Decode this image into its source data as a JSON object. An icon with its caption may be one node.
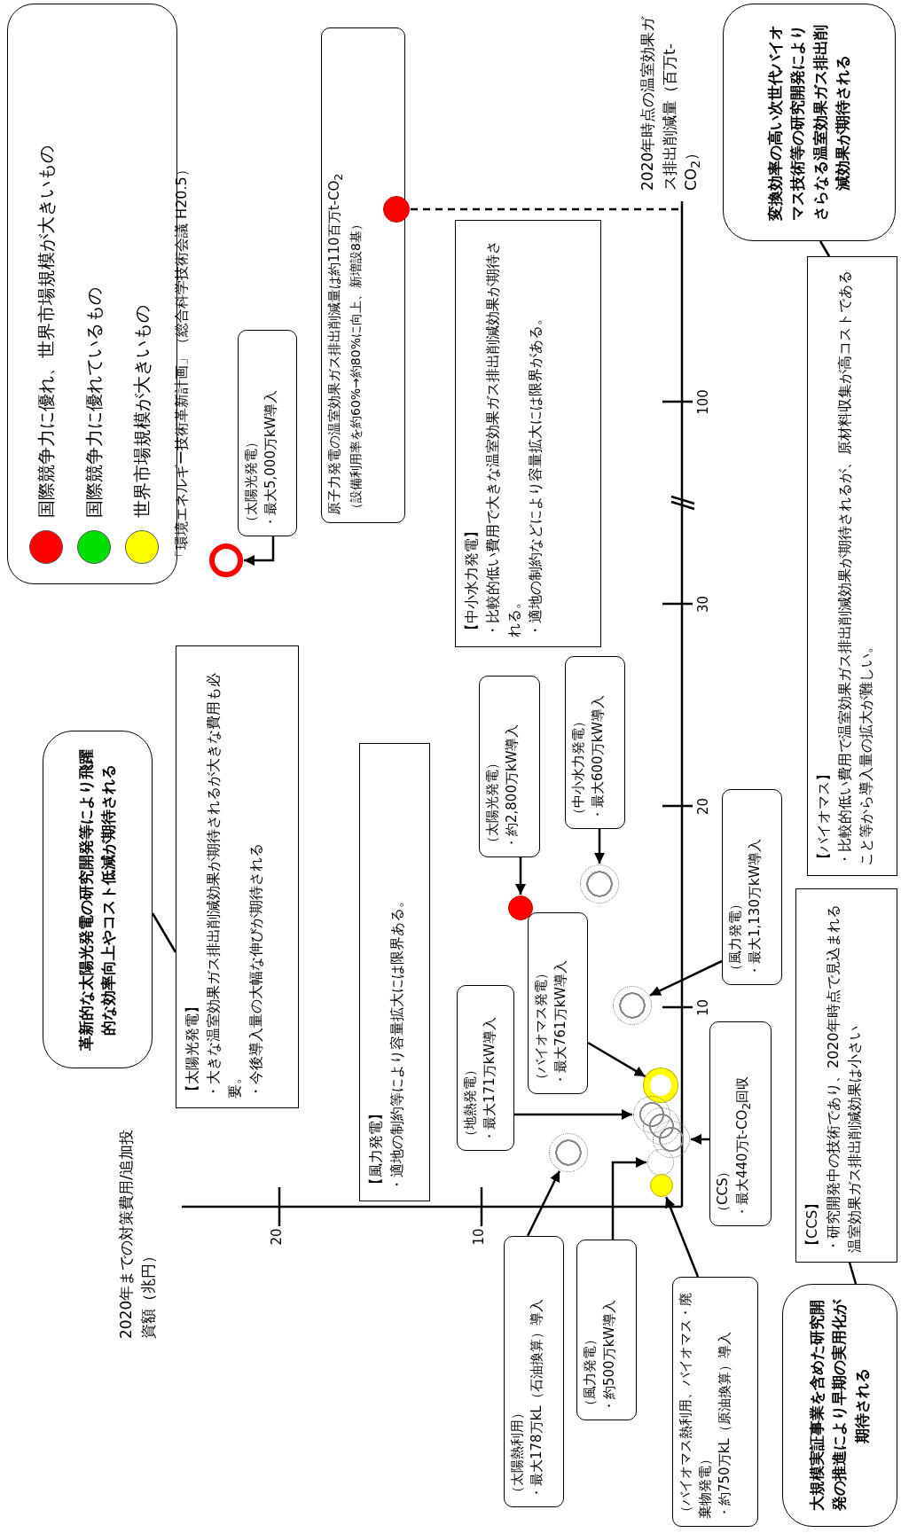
{
  "diagram": {
    "nodes": [
      {
        "text": [
          "（太陽光発電）",
          "・最大5,000万kW導入"
        ]
      },
      {
        "text": [],
        "shape": "circle"
      },
      {
        "text": [
          "原子力発電の温室効果ガス排出削減量は約110百万t-CO$_{2}$",
          "（設備利用率を約60%→約80%に向上、新増設8基）"
        ]
      },
      {
        "text": [],
        "shape": "circle"
      },
      {
        "text": [
          "革新的な太陽光発電の研究開発等により飛躍的な効率向上やコスト低減が期待される"
        ]
      },
      {
        "text": [
          "【太陽光発電】",
          "・大きな温室効果ガス排出削減効果が期待されるが大きな費用も必要。",
          "・今後導入量の大幅な伸びが期待される"
        ]
      },
      {
        "text": [
          "【風力発電】",
          "・適地の制約等により容量拡大には限界ある。"
        ]
      },
      {
        "text": [
          "【中小水力発電】",
          "・比較的低い費用で大きな温室効果ガス排出削減効果が期待される。",
          "・適地の制約などにより容量拡大には限界がある。"
        ]
      },
      {
        "text": [
          "（太陽光発電）",
          "・約2,800万kW導入"
        ]
      },
      {
        "text": [],
        "shape": "circle"
      },
      {
        "text": [
          "（中小水力発電）",
          "・最大600万kW導入"
        ]
      },
      {
        "text": [],
        "shape": "circle"
      },
      {
        "text": [
          "（バイオマス発電）",
          "・最大761万kW導入"
        ]
      },
      {
        "text": [],
        "shape": "circle"
      },
      {
        "text": [
          "（風力発電）",
          "・最大1,130万kW導入"
        ]
      },
      {
        "text": [],
        "shape": "circle"
      },
      {
        "text": [
          "（地熱発電）",
          "・最大171万kW導入"
        ]
      },
      {
        "text": [],
        "shape": "circle"
      },
      {
        "text": [],
        "shape": "circle"
      },
      {
        "text": [],
        "shape": "circle"
      },
      {
        "text": [
          "（CCS）",
          "・最大440万t-CO$_{2}$回収"
        ]
      },
      {
        "text": [
          "（太陽熱利用）",
          "・最大178万kL（石油換算）導入"
        ]
      },
      {
        "text": [],
        "shape": "circle"
      },
      {
        "text": [
          "（風力発電）",
          "・約500万kW導入"
        ]
      },
      {
        "text": [],
        "shape": "circle"
      },
      {
        "text": [
          "（バイオマス熱利用、バイオマス・廃棄物発電）",
          "・約750万kL（原油換算）導入"
        ]
      },
      {
        "text": [],
        "shape": "circle"
      },
      {
        "text": [
          "【バイオマス】",
          "・比較的低い費用で温室効果ガス排出削減効果が期待されるが、原材料収集が高コストであること等から導入量の拡大が難しい。"
        ]
      },
      {
        "text": [
          "変換効率の高い次世代バイオマス技術等の研究開発によりさらなる温室効果ガス排出削減効果が期待される"
        ]
      },
      {
        "text": [
          "【CCS】",
          "・研究開発中の技術であり、2020年時点で見込まれる温室効果ガス排出削減効果は小さい"
        ]
      },
      {
        "text": [
          "大規模実証事業を含めた研究開発の推進により早期の実用化が期待される"
        ]
      }
    ],
    "edges": [
      {
        "from": 0,
        "to": 1,
        "arrow": "to"
      },
      {
        "from": 3,
        "to": null,
        "arrow": "none",
        "style": "dashed"
      },
      {
        "from": 8,
        "to": 9,
        "arrow": "to"
      },
      {
        "from": 10,
        "to": 11,
        "arrow": "to"
      },
      {
        "from": 12,
        "to": 13,
        "arrow": "to"
      },
      {
        "from": 14,
        "to": 15,
        "arrow": "to"
      },
      {
        "from": 16,
        "to": 17,
        "arrow": "to"
      },
      {
        "from": 20,
        "to": 19,
        "arrow": "to"
      },
      {
        "from": 21,
        "to": 22,
        "arrow": "to"
      },
      {
        "from": 23,
        "to": 24,
        "arrow": "to"
      },
      {
        "from": 25,
        "to": 26,
        "arrow": "to"
      },
      {
        "from": 4,
        "to": 5,
        "arrow": "none"
      },
      {
        "from": 28,
        "to": 27,
        "arrow": "none"
      },
      {
        "from": 30,
        "to": 29,
        "arrow": "none"
      }
    ],
    "labels": [
      "2020年時点の温室効果ガス排出削減量（百万t-CO$_{2}$）",
      "100",
      "30",
      "20",
      "10",
      "2020年までの対策費用/追加投資額（兆円）",
      "20",
      "10",
      "「環境エネルギー技術革新計画」（総合科学技術会議 H20.5）"
    ],
    "legend": [
      {
        "text": "国際競争力に優れ、世界市場規模が大きいもの",
        "color": "#ff0000"
      },
      {
        "text": "国際競争力に優れているもの",
        "color": "#00e000"
      },
      {
        "text": "世界市場規模が大きいもの",
        "color": "#ffff00"
      }
    ]
  }
}
